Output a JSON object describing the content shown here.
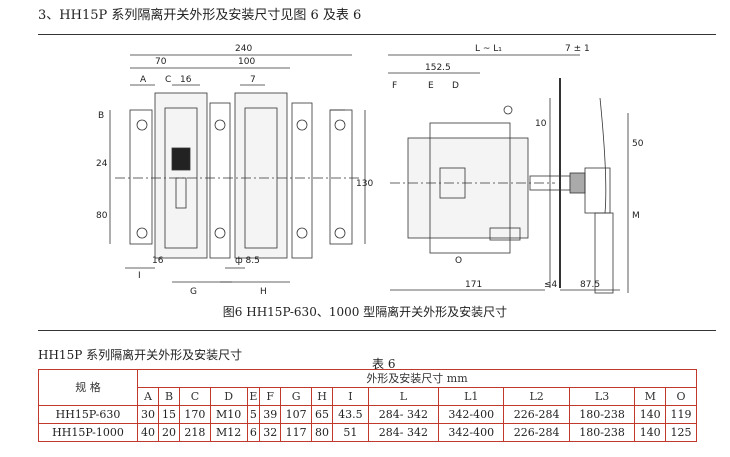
{
  "section_title": "3、HH15P 系列隔离开关外形及安装尺寸见图 6  及表 6",
  "figure": {
    "caption": "图6   HH15P-630、1000 型隔离开关外形及安装尺寸",
    "front_view": {
      "dims": {
        "overall": "240",
        "left": "70",
        "mid": "100",
        "a": "A",
        "b": "B",
        "c": "C",
        "d16": "16",
        "d7": "7",
        "d24": "24",
        "d80": "80",
        "d130": "130",
        "d16b": "16",
        "hole": "ф 8.5",
        "i": "I",
        "g": "G",
        "h": "H"
      }
    },
    "side_view": {
      "dims": {
        "lspan": "L ~ L₁",
        "d7": "7 ± 1",
        "d152": "152.5",
        "f": "F",
        "e": "E",
        "d": "D",
        "d10": "10",
        "d50": "50",
        "m": "M",
        "o": "O",
        "d171": "171",
        "le4": "≤4",
        "d87": "87.5"
      }
    }
  },
  "table": {
    "subtitle": "HH15P 系列隔离开关外形及安装尺寸",
    "number": "表 6",
    "model_header": "规  格",
    "group_header": "外形及安装尺寸         mm",
    "columns": [
      "A",
      "B",
      "C",
      "D",
      "E",
      "F",
      "G",
      "H",
      "I",
      "L",
      "L1",
      "L2",
      "L3",
      "M",
      "O"
    ],
    "rows": [
      {
        "model": "HH15P-630",
        "values": [
          "30",
          "15",
          "170",
          "M10",
          "5",
          "39",
          "107",
          "65",
          "43.5",
          "284- 342",
          "342-400",
          "226-284",
          "180-238",
          "140",
          "119"
        ]
      },
      {
        "model": "HH15P-1000",
        "values": [
          "40",
          "20",
          "218",
          "M12",
          "6",
          "32",
          "117",
          "80",
          "51",
          "284- 342",
          "342-400",
          "226-284",
          "180-238",
          "140",
          "125"
        ]
      }
    ]
  }
}
